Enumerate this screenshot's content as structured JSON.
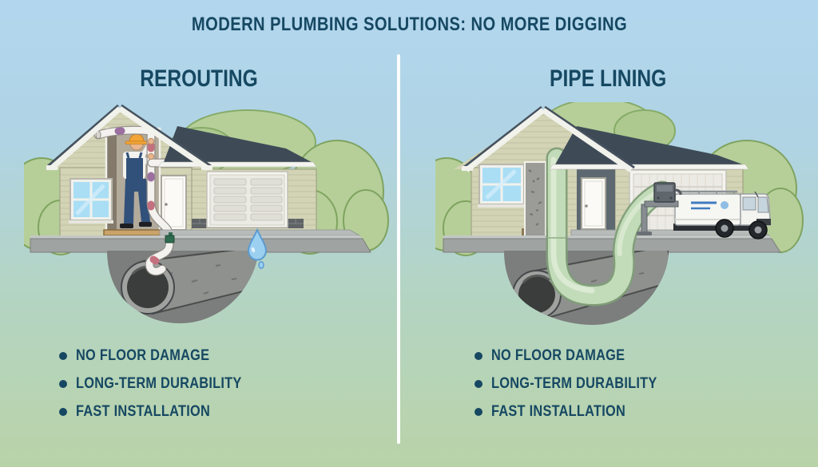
{
  "title": "MODERN PLUMBING SOLUTIONS: NO MORE DIGGING",
  "panels": {
    "rerouting": {
      "heading": "REROUTING",
      "bullets": [
        "NO FLOOR DAMAGE",
        "LONG-TERM DURABILITY",
        "FAST INSTALLATION"
      ]
    },
    "pipe_lining": {
      "heading": "PIPE LINING",
      "bullets": [
        "NO FLOOR DAMAGE",
        "LONG-TERM DURABILITY",
        "FAST INSTALLATION"
      ]
    }
  },
  "colors": {
    "heading_text": "#164862",
    "background_top": "#b2d6ee",
    "background_bottom": "#b9d3a8",
    "divider": "#ffffff",
    "roof": "#3e4b57",
    "siding": "#d3d3b5",
    "bush": "#b6cf99",
    "bush_outline": "#7fa35f",
    "concrete_slab": "#9fa3a1",
    "soil": "#7b7e7c",
    "old_pipe": "#8e918e",
    "new_pipe_white": "#f4f2ee",
    "liner_green": "#c2dbb8",
    "liner_edge": "#7f9e78",
    "water_drop": "#9cd0f0",
    "truck_body": "#f6f6f3",
    "hard_hat": "#f2a437",
    "worker_overalls": "#32517a"
  }
}
